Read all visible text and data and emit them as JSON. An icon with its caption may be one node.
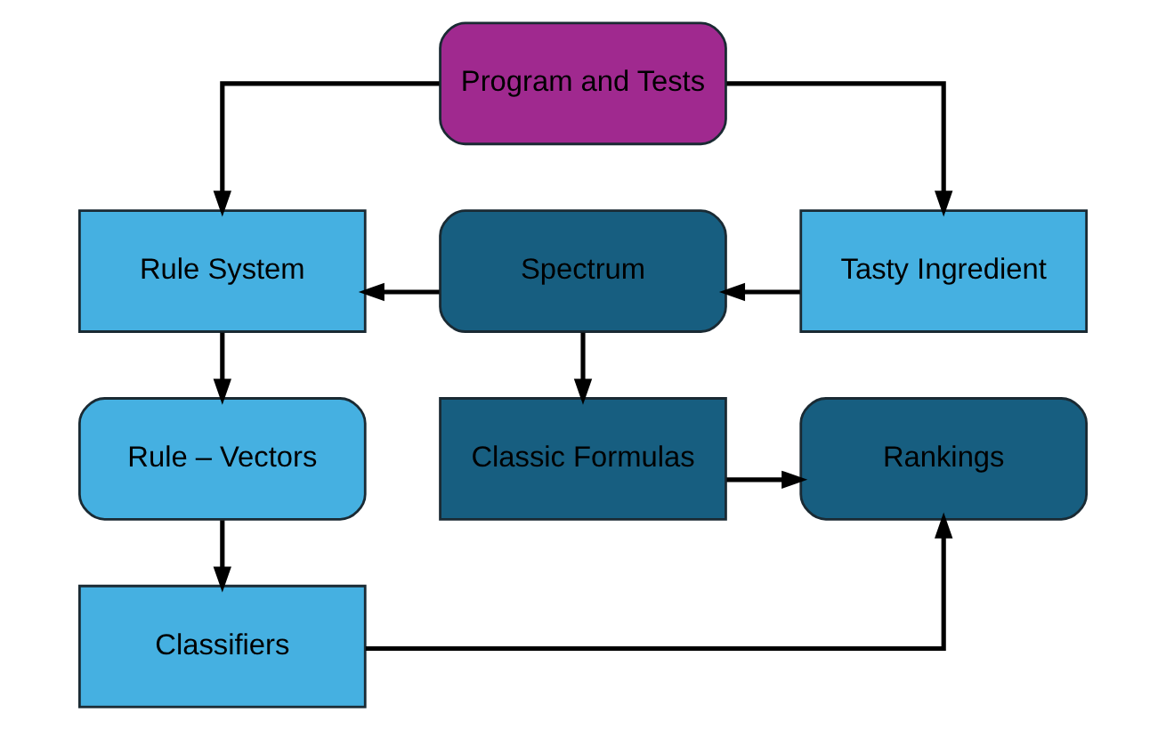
{
  "diagram": {
    "nodes": [
      {
        "text": [
          "Program and Tests"
        ]
      },
      {
        "text": [
          "Rule System"
        ]
      },
      {
        "text": [
          "Spectrum"
        ]
      },
      {
        "text": [
          "Tasty Ingredient"
        ]
      },
      {
        "text": [
          "Rule – Vectors"
        ]
      },
      {
        "text": [
          "Classic Formulas"
        ]
      },
      {
        "text": [
          "Rankings"
        ]
      },
      {
        "text": [
          "Classifiers"
        ]
      }
    ],
    "edges": [
      {
        "from": 0,
        "to": 1,
        "arrow": "to"
      },
      {
        "from": 0,
        "to": 3,
        "arrow": "to"
      },
      {
        "from": 2,
        "to": 1,
        "arrow": "to"
      },
      {
        "from": 3,
        "to": 2,
        "arrow": "to"
      },
      {
        "from": 1,
        "to": 4,
        "arrow": "to"
      },
      {
        "from": 2,
        "to": 5,
        "arrow": "to"
      },
      {
        "from": 4,
        "to": 7,
        "arrow": "to"
      },
      {
        "from": 5,
        "to": 6,
        "arrow": "to"
      },
      {
        "from": 7,
        "to": 6,
        "arrow": "to"
      }
    ]
  }
}
